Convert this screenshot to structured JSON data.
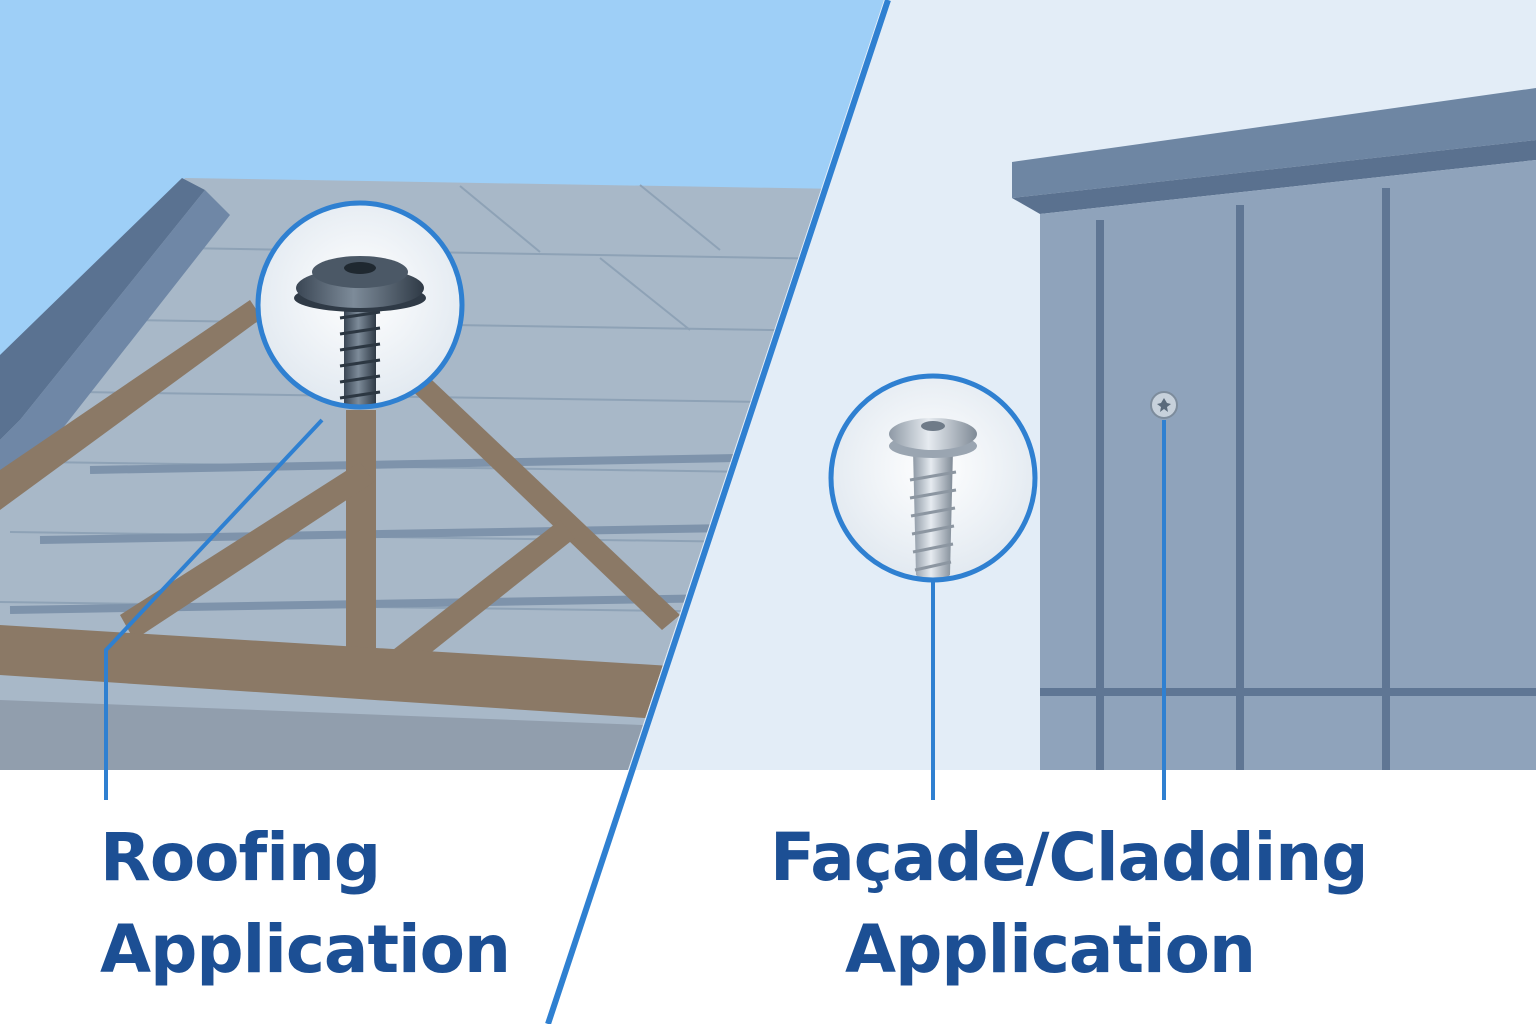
{
  "labels": {
    "roofing": {
      "line1": "Roofing",
      "line2": "Application"
    },
    "facade": {
      "line1": "Façade/Cladding",
      "line2": "Application"
    }
  },
  "colors": {
    "accent": "#2f80d1",
    "text": "#1c4f94",
    "sky_left": "#9ecff7",
    "sky_right": "#e3edf7",
    "roof_deck": "#a8b8c8",
    "timber": "#8b7966",
    "wall": "#8fa3bb",
    "wall_frame": "#5f7694"
  },
  "icons": [
    "roofing-screw-icon",
    "facade-screw-icon",
    "fastener-head-icon"
  ]
}
